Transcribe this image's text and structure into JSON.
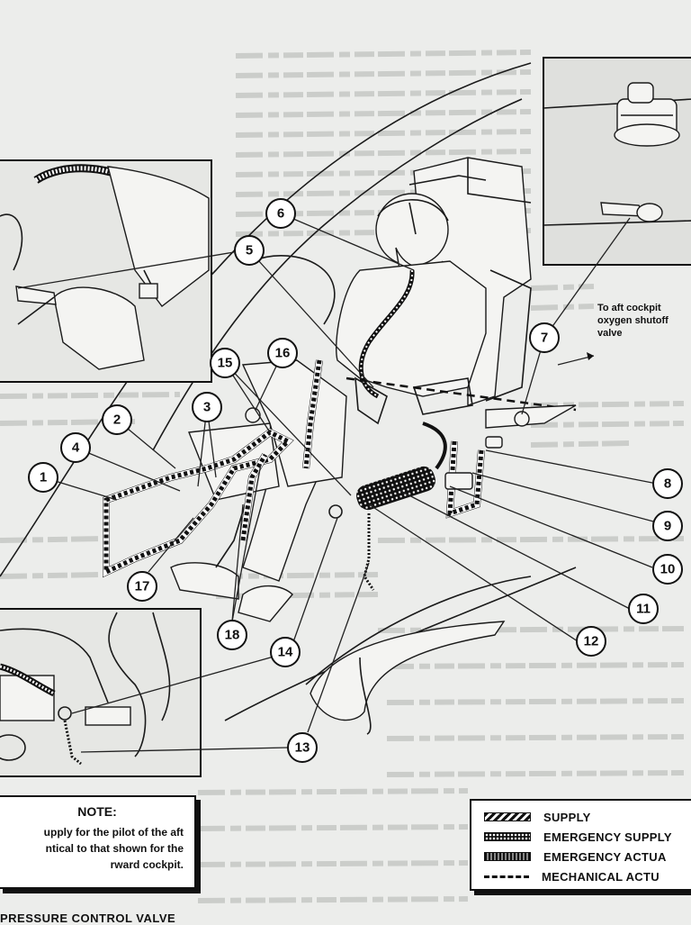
{
  "callouts": [
    "1",
    "2",
    "3",
    "4",
    "5",
    "6",
    "7",
    "8",
    "9",
    "10",
    "11",
    "12",
    "13",
    "14",
    "15",
    "16",
    "17",
    "18"
  ],
  "aft_label": {
    "line1": "To aft cockpit",
    "line2": "oxygen shutoff",
    "line3": "valve"
  },
  "note": {
    "title": "NOTE:",
    "line1": "upply for the pilot of the aft",
    "line2": "ntical to that shown for the",
    "line3": "rward cockpit."
  },
  "legend": {
    "items": [
      "SUPPLY",
      "EMERGENCY SUPPLY",
      "EMERGENCY ACTUA",
      "MECHANICAL ACTU"
    ]
  },
  "footer": {
    "left": "PRESSURE CONTROL VALVE"
  },
  "colors": {
    "paper": "#ecedeb",
    "ink": "#111111"
  }
}
